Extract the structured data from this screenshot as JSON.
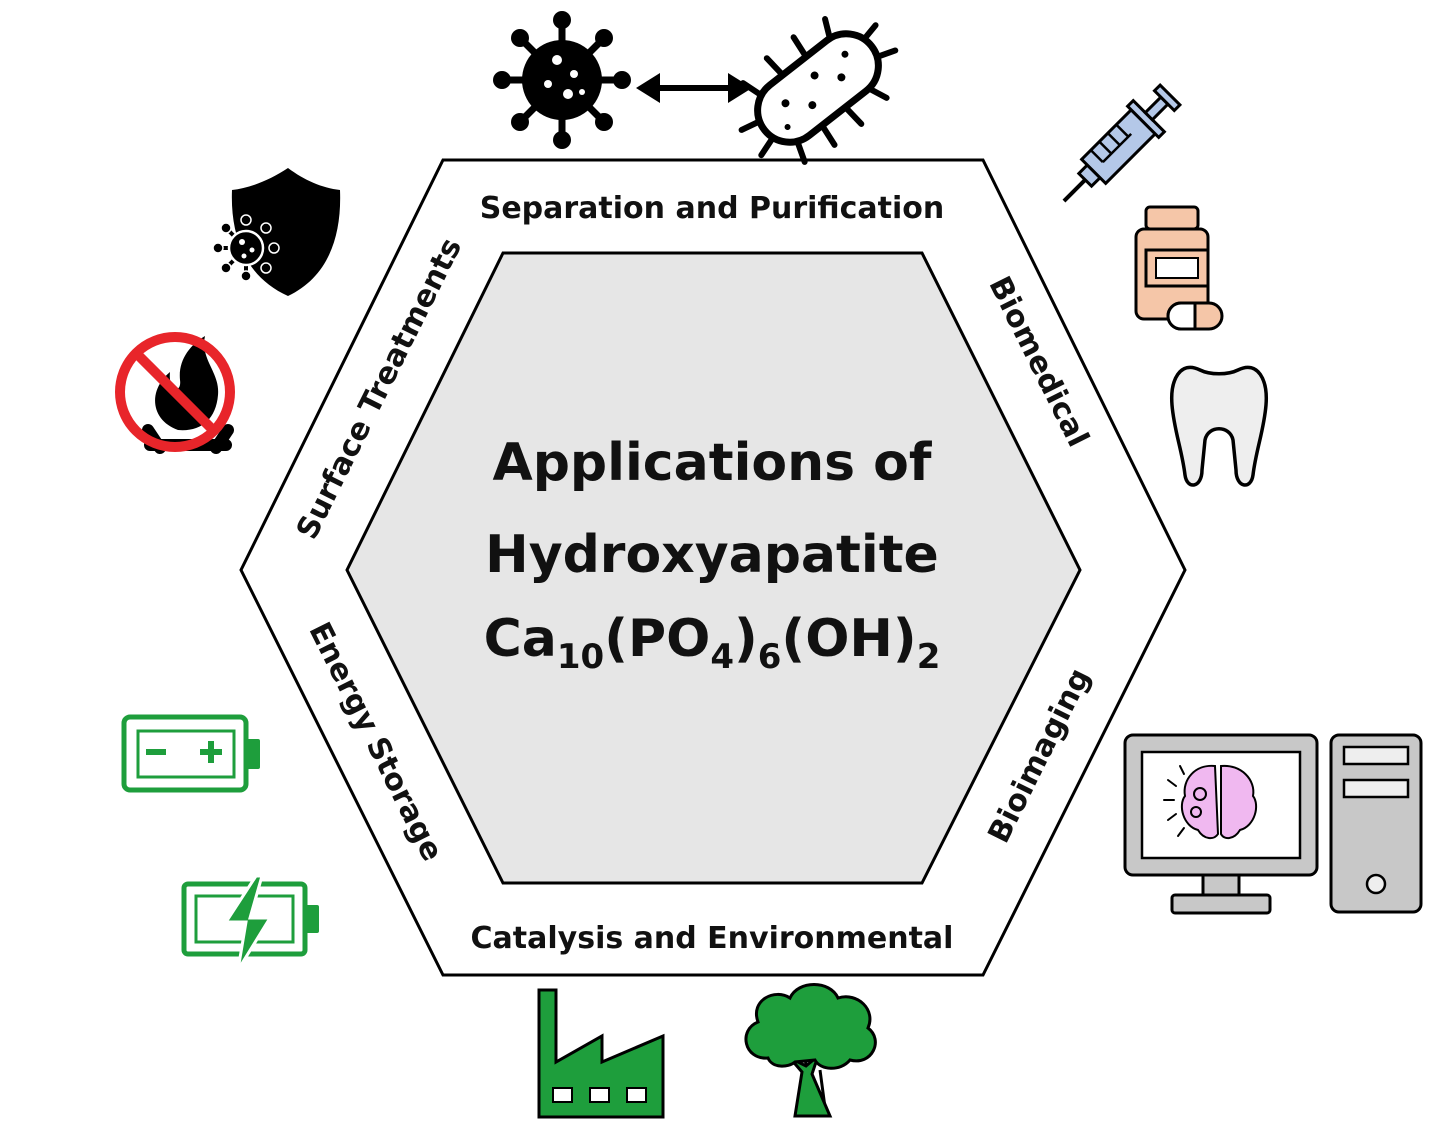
{
  "center": {
    "line1": "Applications of",
    "line2": "Hydroxyapatite",
    "formula": {
      "ca": "Ca",
      "ca_sub": "10",
      "po": "(PO",
      "po_sub": "4",
      "po_close": ")",
      "po_close_sub": "6",
      "oh": "(OH)",
      "oh_sub": "2"
    }
  },
  "sections": {
    "top": "Separation and Purification",
    "upper_right": "Biomedical",
    "lower_right": "Bioimaging",
    "bottom": "Catalysis and Environmental",
    "lower_left": "Energy Storage",
    "upper_left": "Surface Treatments"
  },
  "icons": [
    "virus-icon",
    "double-arrow-icon",
    "bacteria-icon",
    "syringe-icon",
    "pill-bottle-icon",
    "tooth-icon",
    "computer-brain-scan-icon",
    "factory-icon",
    "tree-icon",
    "battery-icon",
    "charging-battery-icon",
    "no-fire-icon",
    "shield-virus-icon"
  ],
  "colors": {
    "inner_hexagon": "#e6e6e6",
    "green": "#1e9e3c",
    "syringe_blue": "#b4c8e8",
    "pill_peach": "#f5c6a8",
    "brain_pink": "#f0b8f0",
    "gray_computer": "#c8c8c8",
    "no_fire_red": "#e8252a"
  }
}
